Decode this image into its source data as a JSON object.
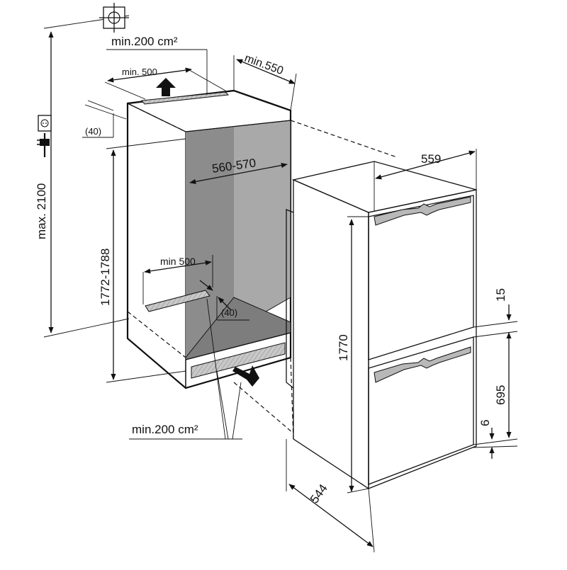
{
  "colors": {
    "ink": "#111111",
    "niche_shadow": "#8c8c8c",
    "niche_wall": "#a9a9a9",
    "niche_floor": "#7d7d7d",
    "vent_fill": "#c4c4c4",
    "handle_fill": "#b8b8b8",
    "background": "#ffffff"
  },
  "icons": {
    "ventilation_symbol": "ventilation-cross-icon",
    "socket_symbol": "socket-icon",
    "plug_symbol": "plug-icon"
  },
  "labels": {
    "max_height": "max. 2100",
    "vent_top_area": "min.200 cm²",
    "vent_top_width": "min. 500",
    "niche_depth": "min.550",
    "top_offset": "(40)",
    "niche_width": "560-570",
    "niche_height": "1772-1788",
    "vent_bottom_width": "min 500",
    "bottom_offset": "(40)",
    "vent_bottom_area": "min.200 cm²",
    "appliance_width": "559",
    "appliance_height": "1770",
    "appliance_depth": "544",
    "door_gap": "15",
    "lower_door_height": "695",
    "bottom_gap": "6"
  }
}
